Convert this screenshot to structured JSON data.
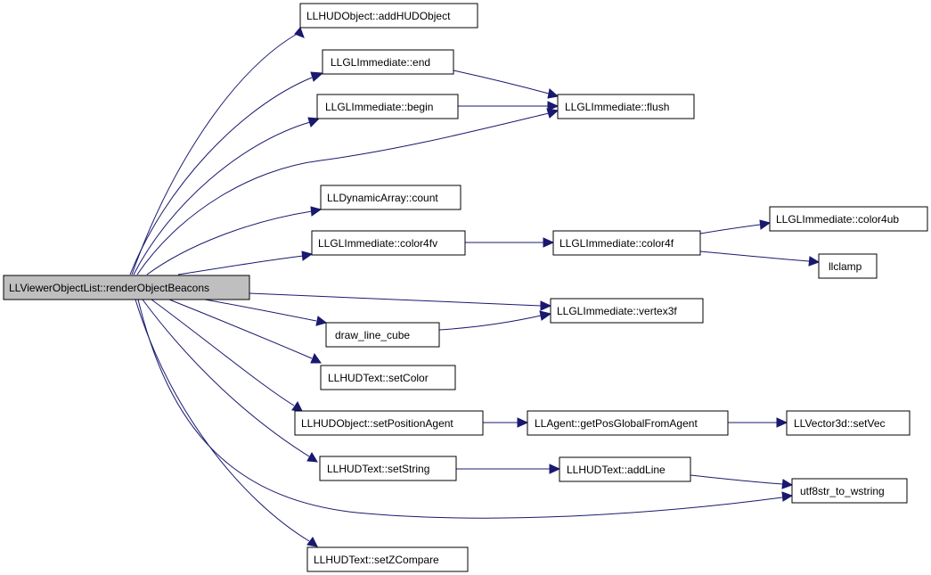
{
  "nodes": {
    "root": "LLViewerObjectList::renderObjectBeacons",
    "addHUDObject": "LLHUDObject::addHUDObject",
    "glEnd": "LLGLImmediate::end",
    "glBegin": "LLGLImmediate::begin",
    "glFlush": "LLGLImmediate::flush",
    "daCount": "LLDynamicArray::count",
    "color4fv": "LLGLImmediate::color4fv",
    "color4f": "LLGLImmediate::color4f",
    "color4ub": "LLGLImmediate::color4ub",
    "llclamp": "llclamp",
    "vertex3f": "LLGLImmediate::vertex3f",
    "drawLineCube": "draw_line_cube",
    "setColor": "LLHUDText::setColor",
    "setPositionAgent": "LLHUDObject::setPositionAgent",
    "getPosGlobal": "LLAgent::getPosGlobalFromAgent",
    "setVec": "LLVector3d::setVec",
    "setString": "LLHUDText::setString",
    "addLine": "LLHUDText::addLine",
    "utf8": "utf8str_to_wstring",
    "setZCompare": "LLHUDText::setZCompare"
  }
}
